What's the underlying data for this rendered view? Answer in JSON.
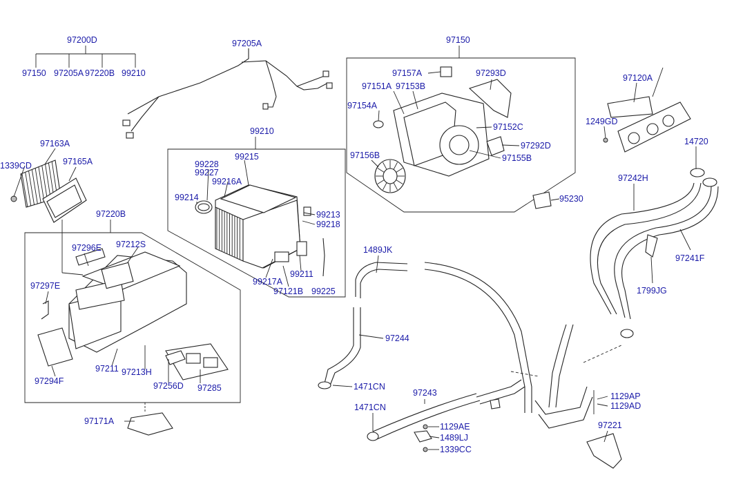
{
  "colors": {
    "label": "#1a1aa8",
    "line": "#222222",
    "background": "#ffffff"
  },
  "labels": [
    {
      "text": "97200D"
    },
    {
      "text": "97150"
    },
    {
      "text": "97205A"
    },
    {
      "text": "97220B"
    },
    {
      "text": "99210"
    },
    {
      "text": "97205A"
    },
    {
      "text": "97150"
    },
    {
      "text": "97157A"
    },
    {
      "text": "97293D"
    },
    {
      "text": "97151A"
    },
    {
      "text": "97153B"
    },
    {
      "text": "97154A"
    },
    {
      "text": "97152C"
    },
    {
      "text": "97292D"
    },
    {
      "text": "97156B"
    },
    {
      "text": "97155B"
    },
    {
      "text": "97120A"
    },
    {
      "text": "1249GD"
    },
    {
      "text": "14720"
    },
    {
      "text": "97242H"
    },
    {
      "text": "95230"
    },
    {
      "text": "97241F"
    },
    {
      "text": "1799JG"
    },
    {
      "text": "99210"
    },
    {
      "text": "99215"
    },
    {
      "text": "99228"
    },
    {
      "text": "99227"
    },
    {
      "text": "99216A"
    },
    {
      "text": "99214"
    },
    {
      "text": "99213"
    },
    {
      "text": "99218"
    },
    {
      "text": "99211"
    },
    {
      "text": "99217A"
    },
    {
      "text": "97121B"
    },
    {
      "text": "99225"
    },
    {
      "text": "97163A"
    },
    {
      "text": "1339CD"
    },
    {
      "text": "97165A"
    },
    {
      "text": "97220B"
    },
    {
      "text": "97296E"
    },
    {
      "text": "97212S"
    },
    {
      "text": "97297E"
    },
    {
      "text": "97211"
    },
    {
      "text": "97213H"
    },
    {
      "text": "97294F"
    },
    {
      "text": "97256D"
    },
    {
      "text": "97285"
    },
    {
      "text": "97171A"
    },
    {
      "text": "1489JK"
    },
    {
      "text": "97244"
    },
    {
      "text": "1471CN"
    },
    {
      "text": "97243"
    },
    {
      "text": "1471CN"
    },
    {
      "text": "1129AE"
    },
    {
      "text": "1489LJ"
    },
    {
      "text": "1339CC"
    },
    {
      "text": "1129AP"
    },
    {
      "text": "1129AD"
    },
    {
      "text": "97221"
    }
  ]
}
